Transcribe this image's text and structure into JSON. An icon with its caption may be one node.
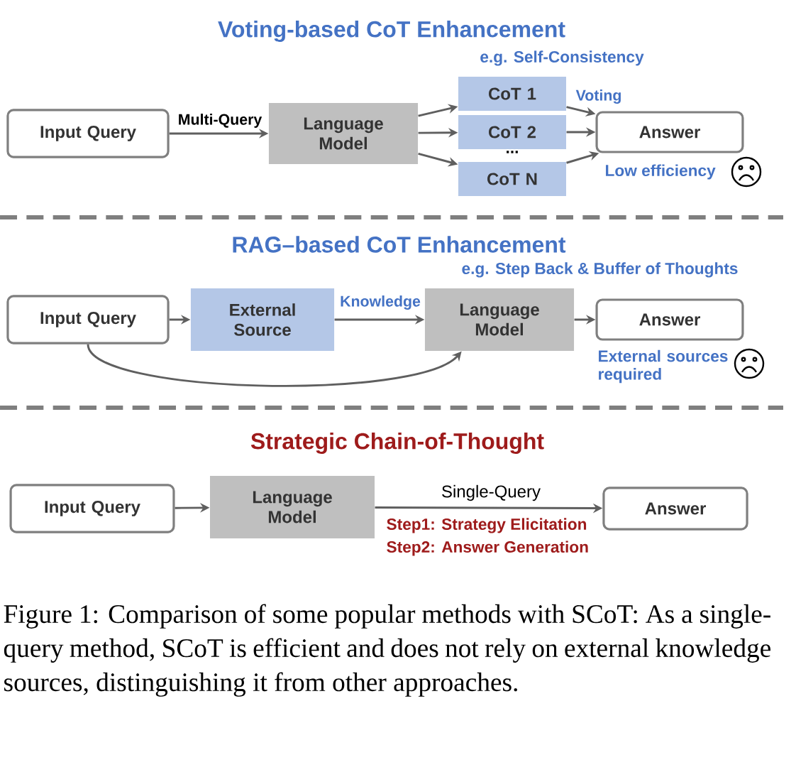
{
  "diagram": {
    "caption": "Figure 1: Comparison of some popular methods with SCoT: As a single-query method, SCoT is efficient and does not rely on external knowledge sources, distinguishing it from other approaches.",
    "nodes": [
      {
        "text": [
          "Input Query"
        ]
      },
      {
        "text": [
          "Language Model"
        ]
      },
      {
        "text": [
          "CoT 1"
        ]
      },
      {
        "text": [
          "CoT 2"
        ]
      },
      {
        "text": [
          "CoT N"
        ]
      },
      {
        "text": [
          "Answer"
        ]
      },
      {
        "text": [
          "Input Query"
        ]
      },
      {
        "text": [
          "External Source"
        ]
      },
      {
        "text": [
          "Language Model"
        ]
      },
      {
        "text": [
          "Answer"
        ]
      },
      {
        "text": [
          "Input Query"
        ]
      },
      {
        "text": [
          "Language Model"
        ]
      },
      {
        "text": [
          "Answer"
        ]
      }
    ],
    "edges": [
      {
        "from": 0,
        "to": 1,
        "arrow": "to",
        "label": "Multi-Query"
      },
      {
        "from": 1,
        "to": 2,
        "arrow": "to"
      },
      {
        "from": 1,
        "to": 3,
        "arrow": "to"
      },
      {
        "from": 1,
        "to": 4,
        "arrow": "to"
      },
      {
        "from": 2,
        "to": 5,
        "arrow": "to",
        "label": "Voting"
      },
      {
        "from": 3,
        "to": 5,
        "arrow": "to"
      },
      {
        "from": 4,
        "to": 5,
        "arrow": "to"
      },
      {
        "from": 6,
        "to": 7,
        "arrow": "to"
      },
      {
        "from": 7,
        "to": 8,
        "arrow": "to",
        "label": "Knowledge"
      },
      {
        "from": 8,
        "to": 9,
        "arrow": "to"
      },
      {
        "from": 6,
        "to": 8,
        "arrow": "to"
      },
      {
        "from": 10,
        "to": 11,
        "arrow": "to"
      },
      {
        "from": 11,
        "to": 12,
        "arrow": "to",
        "label": "Single-Query"
      }
    ],
    "labels": [
      "Voting-based CoT Enhancement",
      "e.g. Self-Consistency",
      "...",
      "Low efficiency",
      "RAG–based CoT Enhancement",
      "e.g. Step Back & Buffer of Thoughts",
      "External sources required",
      "Strategic Chain-of-Thought",
      "Step1: Strategy Elicitation",
      "Step2: Answer Generation"
    ]
  }
}
